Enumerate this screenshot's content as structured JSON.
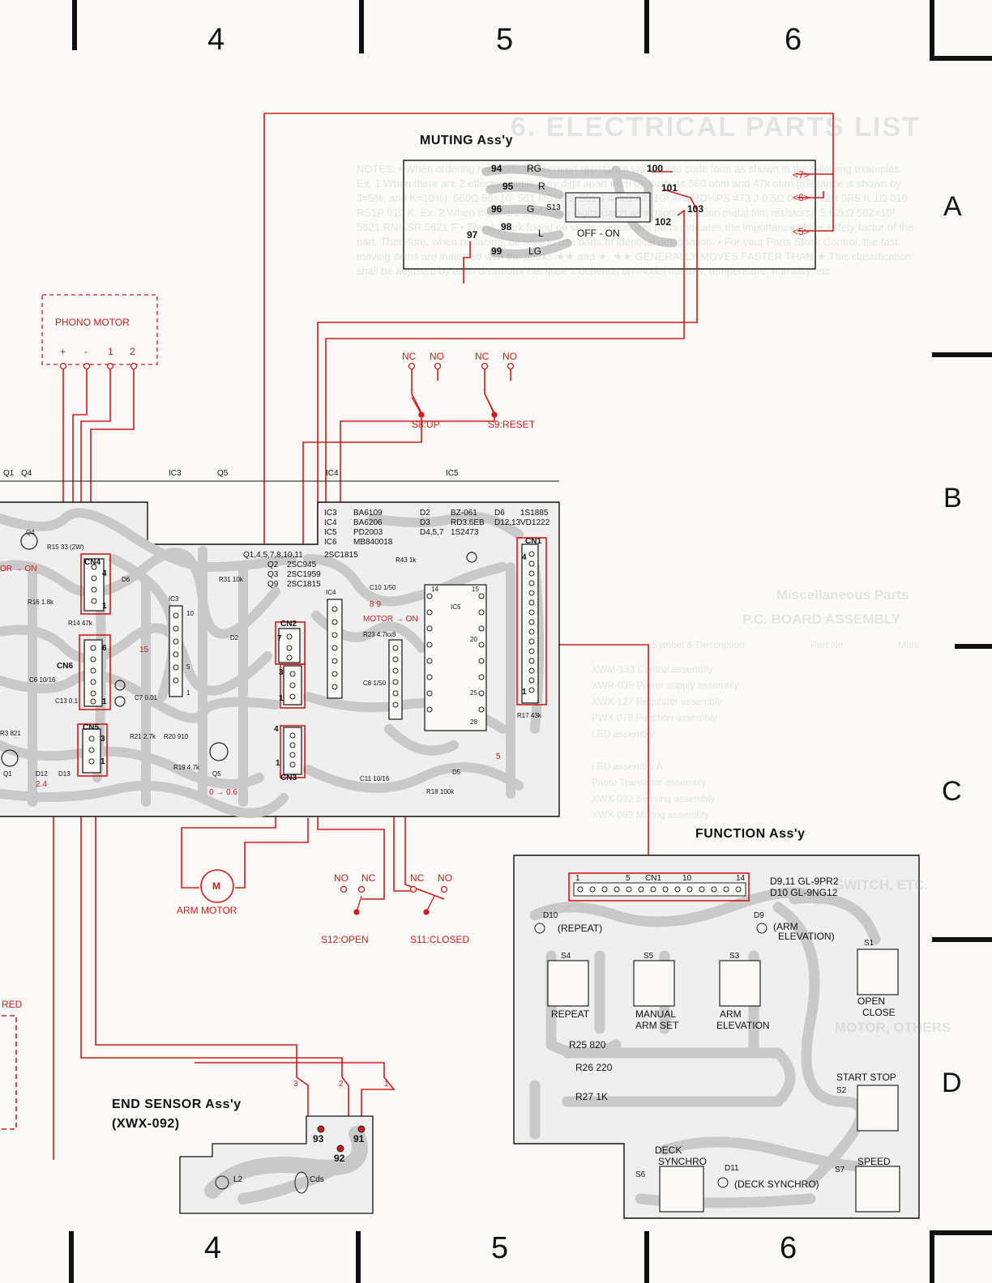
{
  "border": {
    "columns_top": [
      "4",
      "5",
      "6"
    ],
    "columns_bottom": [
      "4",
      "5",
      "6"
    ],
    "rows": [
      "A",
      "B",
      "C",
      "D"
    ]
  },
  "blocks": {
    "muting": {
      "title": "MUTING Ass'y",
      "pins": [
        "94",
        "95",
        "96",
        "98",
        "97",
        "99",
        "100",
        "101",
        "102",
        "103"
      ],
      "labels": [
        "RG",
        "R",
        "G",
        "L",
        "LG",
        "S13",
        "OFF - ON"
      ],
      "connectors": [
        "<7>",
        "<6>",
        "<5>"
      ]
    },
    "phono_motor": {
      "title": "PHONO  MOTOR",
      "terminals": [
        "+",
        "-",
        "1",
        "2"
      ]
    },
    "switches_top": {
      "contacts": [
        "NC",
        "NO",
        "NC",
        "NO"
      ],
      "s8": "S8:UP",
      "s9": "S9:RESET"
    },
    "main_board": {
      "top_labels": [
        "Q1",
        "Q4",
        "IC3",
        "Q5",
        "IC4",
        "IC5"
      ],
      "ic_table": [
        [
          "IC3",
          "BA6109",
          "D2",
          "BZ-061",
          "D6",
          "1S1885"
        ],
        [
          "IC4",
          "BA6206",
          "D3",
          "RD3.6EB",
          "D12,13",
          "VD1222"
        ],
        [
          "IC5",
          "PD2003",
          "D4,5,7",
          "1S2473",
          ""
        ],
        [
          "IC6",
          "MB840018",
          "",
          "",
          ""
        ]
      ],
      "q_table": [
        [
          "Q1,4,5,7,8,10,11",
          "2SC1815"
        ],
        [
          "Q2",
          "2SC945"
        ],
        [
          "Q3",
          "2SC1959"
        ],
        [
          "Q9",
          "2SC1815"
        ]
      ],
      "connectors": [
        "CN1",
        "CN2",
        "CN3",
        "CN4",
        "CN5",
        "CN6"
      ],
      "parts": [
        "R15 33 (2W)",
        "R16 1.8k",
        "R14 47k",
        "D6",
        "R31 10k",
        "IC3",
        "D2",
        "C6 10/16",
        "C13 0.1",
        "C7 0.01",
        "R21 2.7k",
        "R20 910",
        "R19 4.7k",
        "Q4",
        "Q1",
        "D12",
        "D13",
        "Q5",
        "R43 1k",
        "C10 1/50",
        "C8 1/50",
        "IC4",
        "R23 4.7kx8",
        "IC5",
        "C11 10/16",
        "R18 100k",
        "D5",
        "R17 43k",
        "R3 821"
      ],
      "annotations": [
        "MOTOR → ON",
        "OR → ON",
        "8  9",
        "15",
        "5",
        "0 → 0.6",
        "2.4"
      ],
      "ic_pins": [
        "10",
        "5",
        "1",
        "14",
        "15",
        "20",
        "25",
        "28",
        "4",
        "1",
        "7",
        "4",
        "1",
        "3",
        "1",
        "6",
        "1",
        "4",
        "1",
        "3",
        "1"
      ]
    },
    "lower_switches": {
      "contacts": [
        "NO",
        "NC",
        "NC",
        "NO"
      ],
      "s12": "S12:OPEN",
      "s11": "S11:CLOSED",
      "arm_motor": "ARM MOTOR",
      "m": "M",
      "red": "RED"
    },
    "end_sensor": {
      "title": "END SENSOR Ass'y",
      "model": "(XWX-092)",
      "pins": [
        "93",
        "92",
        "91"
      ],
      "connectors": [
        "3",
        "2",
        "1"
      ],
      "parts": [
        "L2",
        "Cds"
      ]
    },
    "function": {
      "title": "FUNCTION Ass'y",
      "cn1_pins": [
        "1",
        "5",
        "CN1",
        "10",
        "14"
      ],
      "diodes_note": [
        "D9,11  GL-9PR2",
        "D10   GL-9NG12"
      ],
      "items": [
        "D10",
        "(REPEAT)",
        "D9",
        "(ARM",
        "ELEVATION)",
        "S4",
        "REPEAT",
        "S5",
        "MANUAL",
        "ARM SET",
        "S3",
        "ARM",
        "ELEVATION",
        "S1",
        "OPEN",
        "CLOSE",
        "R25  820",
        "R26  220",
        "R27  1K",
        "START  STOP",
        "S2",
        "DECK",
        "SYNCHRO",
        "S6",
        "D11",
        "(DECK SYNCHRO)",
        "S7",
        "SPEED"
      ]
    }
  },
  "bleed_through": {
    "title": "6. ELECTRICAL PARTS LIST",
    "notes": "NOTES: • When ordering resistors, first convert resistance values into code form as shown in the following examples. Ex. 1 When there are 2 effective digits (any digit apart from 0), such as 560 ohm and 47k ohm (tolerance is shown by J=5%, and K=10%). 560Ω 56×10¹ 561 RD¼PS 561 J  47kΩ 47×10³ 473 RD¼PS 473 J  0.5Ω 0R5 RN2H 0R5 K  1Ω 010 RS1P 010 K. Ex. 2 When there are 3 effective digits (such as in high precision metal film resistors). 5.62kΩ 562×10¹ 5621 RN¼SR 5621 F • The ⚠ mark found on some component parts indicates the importance of the safety factor of the part. Therefore, when replacing, be sure to use parts of identical designation. • For your Parts Stock Control, the fast moving items are indicated with the marks ★★ and ★. ★★ GENERALLY MOVES FASTER THAN ★ This classification shall be adjusted by each distributor because it depends on model number, temperature, humidity, etc.",
    "misc": "Miscellaneous Parts",
    "pcb": "P.C. BOARD ASSEMBLY",
    "cols": [
      "Mark",
      "Part No.",
      "Symbol & Description"
    ],
    "rows": [
      "XWM-133  Control assembly",
      "XWR-039  Power supply assembly",
      "XWX-127  Regulator assembly",
      "PWX-078  Function assembly",
      "LED assembly",
      "LED assembly A",
      "Photo Transistor assembly",
      "XWX-092  Sensing assembly",
      "XWX-093  Muting assembly"
    ],
    "switch": "SWITCH, ETC.",
    "motor": "MOTOR, OTHERS"
  },
  "colors": {
    "wire": "#d01c1c",
    "trace": "#cfcfcf",
    "trace_edge": "#8a8a8a",
    "ink": "#111111"
  }
}
